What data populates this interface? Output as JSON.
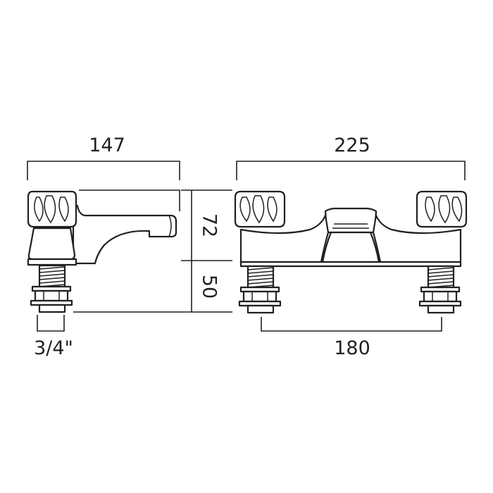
{
  "dimensions": {
    "side_width": "147",
    "front_width": "225",
    "height_upper": "72",
    "height_lower": "50",
    "connection": "3/4\"",
    "centres": "180"
  }
}
